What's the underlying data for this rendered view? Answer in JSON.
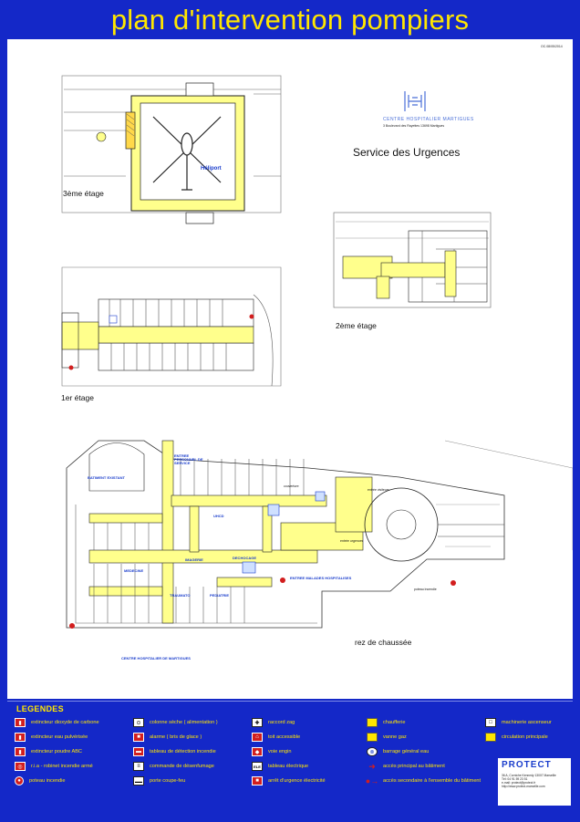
{
  "title": "plan d'intervention pompiers",
  "doc_ref": "OC.08/05/2014",
  "hospital": {
    "name": "CENTRE HOSPITALIER MARTIGUES",
    "address": "3 Boulevard des Rayettes 13698 Martigues",
    "service": "Service des Urgences"
  },
  "levels": {
    "third": "3ème étage",
    "second": "2ème étage",
    "first": "1er étage",
    "ground": "rez de chaussée"
  },
  "plan_labels": {
    "heliport": "Héliport",
    "batiment_existant": "BATIMENT EXISTANT",
    "entree_personnel": "ENTREE PERSONNEL DE SERVICE",
    "entree_malades": "ENTREE MALADES HOSPITALISES",
    "centre_hospitalier": "CENTRE HOSPITALIER DE MARTIGUES",
    "medecine": "MEDECINE",
    "traumato": "TRAUMATO",
    "pediatrie": "PEDIATRIE",
    "dechocage": "DECHOCAGE",
    "uhcd": "UHCD",
    "imagerie": "IMAGERIE",
    "entree_urgences": "entrée urgences",
    "entree_visiteurs": "entrée visiteurs",
    "couverture": "couverture",
    "poteau_incendie": "poteau incendie"
  },
  "colors": {
    "background": "#1428c8",
    "title": "#ffe600",
    "zone_yellow": "#ffff8c",
    "wall": "#222222",
    "accent_red": "#d21e1e"
  },
  "legend": {
    "title": "LEGENDES",
    "col1": [
      {
        "icon": "co2-extinguisher-icon",
        "label": "extincteur dioxyde de carbone"
      },
      {
        "icon": "water-extinguisher-icon",
        "label": "extincteur eau pulvérisée"
      },
      {
        "icon": "powder-extinguisher-icon",
        "label": "extincteur poudre ABC"
      },
      {
        "icon": "fire-hose-icon",
        "label": "r.i.a - robinet incendie armé"
      },
      {
        "icon": "hydrant-icon",
        "label": "poteau incendie"
      }
    ],
    "col2": [
      {
        "icon": "dry-riser-icon",
        "label": "colonne sèche ( alimentation )"
      },
      {
        "icon": "break-glass-alarm-icon",
        "label": "alarme ( bris de glace )"
      },
      {
        "icon": "fire-detection-panel-icon",
        "label": "tableau de détection incendie"
      },
      {
        "icon": "smoke-vent-icon",
        "label": "commande de désenfumage"
      },
      {
        "icon": "fire-door-icon",
        "label": "porte coupe-feu"
      }
    ],
    "col3": [
      {
        "icon": "gas-coupling-icon",
        "label": "raccord zag"
      },
      {
        "icon": "accessible-roof-icon",
        "label": "toit accessible"
      },
      {
        "icon": "fire-lane-icon",
        "label": "voie engin"
      },
      {
        "icon": "electric-panel-icon",
        "label": "tableau électrique"
      },
      {
        "icon": "electric-emergency-stop-icon",
        "label": "arrêt d'urgence électricité"
      }
    ],
    "col4": [
      {
        "icon": "boiler-icon",
        "label": "chaufferie"
      },
      {
        "icon": "gas-valve-icon",
        "label": "vanne gaz"
      },
      {
        "icon": "water-valve-icon",
        "label": "barrage général eau"
      },
      {
        "icon": "main-access-icon",
        "label": "accès principal au bâtiment"
      },
      {
        "icon": "secondary-access-icon",
        "label": "accès secondaire à l'ensemble du bâtiment"
      }
    ],
    "col5": [
      {
        "icon": "elevator-machine-icon",
        "label": "machinerie ascenseur"
      },
      {
        "icon": "main-circulation-icon",
        "label": "circulation principale"
      }
    ]
  },
  "company": {
    "name": "PROTECT",
    "line1": "36 A, Corniche Kennedy 13007 Marseille",
    "line2": "Tél: 04 91 59 23 51",
    "line3": "e-mail: protect@protect.fr",
    "line4": "http://www.protect-marseille.com"
  }
}
